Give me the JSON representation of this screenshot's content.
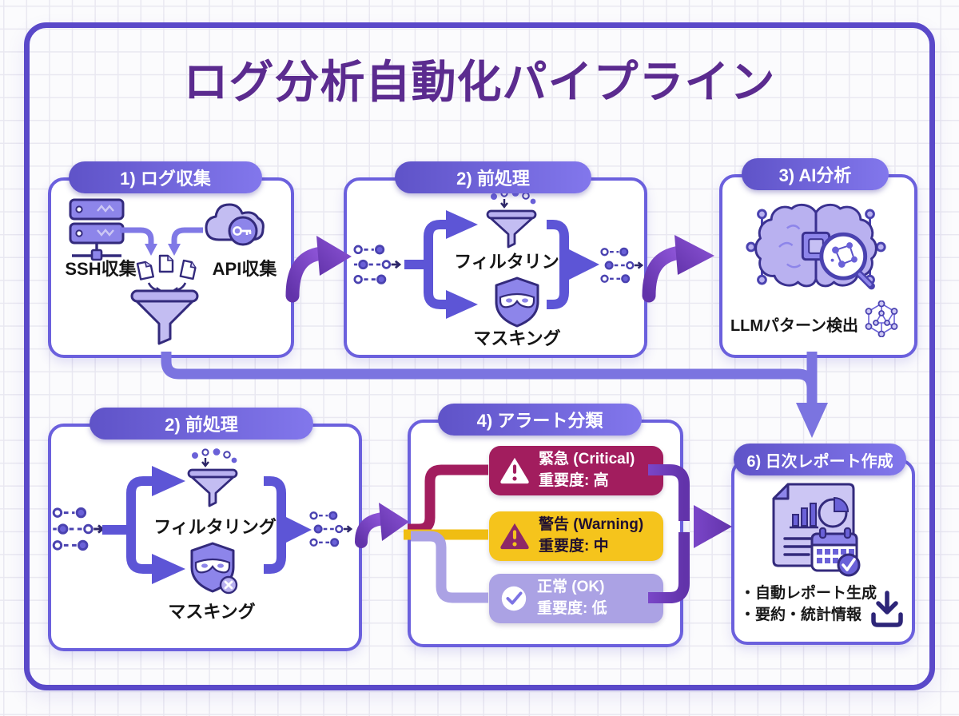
{
  "title": "ログ分析自動化パイプライン",
  "cards": {
    "log_collection": {
      "header": "1) ログ収集",
      "ssh_label": "SSH収集",
      "api_label": "API収集"
    },
    "preprocess_top": {
      "header": "2) 前処理",
      "filter_label": "フィルタリング",
      "mask_label": "マスキング"
    },
    "ai_analysis": {
      "header": "3) AI分析",
      "caption": "LLMパターン検出"
    },
    "preprocess_bottom": {
      "header": "2) 前処理",
      "filter_label": "フィルタリング",
      "mask_label": "マスキング"
    },
    "alert_classification": {
      "header": "4) アラート分類",
      "alerts": [
        {
          "label": "緊急 (Critical)",
          "severity": "重要度: 高"
        },
        {
          "label": "警告 (Warning)",
          "severity": "重要度: 中"
        },
        {
          "label": "正常 (OK)",
          "severity": "重要度: 低"
        }
      ]
    },
    "daily_report": {
      "header": "6) 日次レポート作成",
      "bullets": [
        "・自動レポート生成",
        "・要約・統計情報"
      ]
    }
  },
  "icons": {
    "server": "server-icon",
    "cloud_api": "cloud-key-icon",
    "documents": "documents-icon",
    "funnel": "funnel-icon",
    "data_stream": "data-stream-icon",
    "mask_shield": "mask-shield-icon",
    "brain_ai": "brain-circuit-magnifier-icon",
    "network_graph": "network-graph-icon",
    "warning_triangle": "warning-triangle-icon",
    "check_circle": "check-circle-icon",
    "report": "report-calendar-icon",
    "download": "download-icon"
  },
  "colors": {
    "title": "#5b2b8f",
    "card_border": "#6b60dd",
    "frame_border": "#5a49c9",
    "pill_gradient_start": "#5f53c8",
    "pill_gradient_end": "#8277ec",
    "connector": "#7b74e0",
    "bracket": "#5d55d6",
    "swoosh": "#7a3fc4",
    "critical_bg": "#a21d5e",
    "warning_bg": "#f5c41c",
    "ok_bg": "#aba2e4"
  }
}
